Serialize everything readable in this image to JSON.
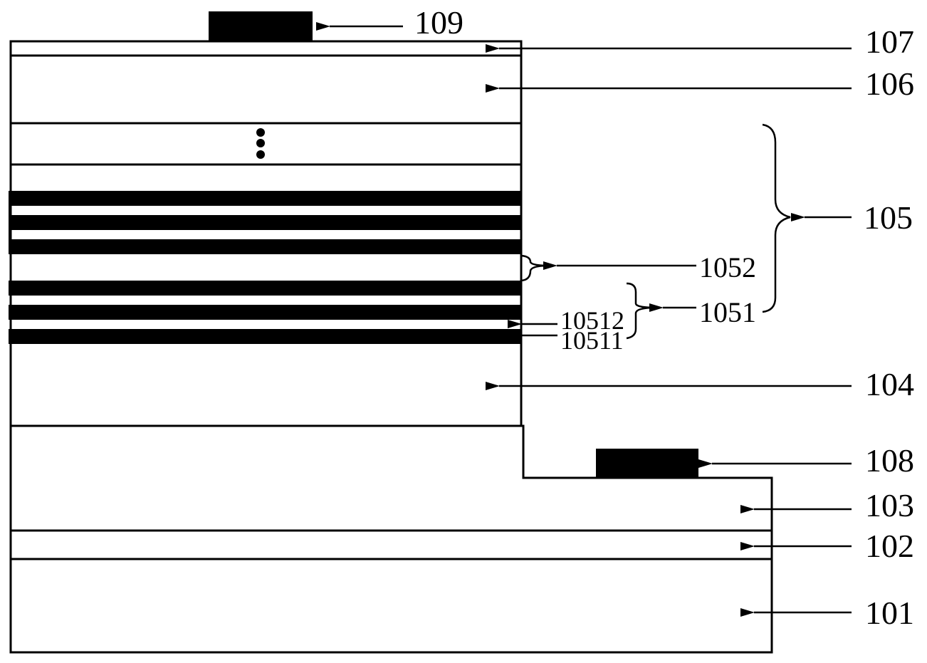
{
  "labels": {
    "l101": "101",
    "l102": "102",
    "l103": "103",
    "l104": "104",
    "l105": "105",
    "l1051": "1051",
    "l10511": "10511",
    "l10512": "10512",
    "l1052": "1052",
    "l106": "106",
    "l107": "107",
    "l108": "108",
    "l109": "109"
  },
  "colors": {
    "line": "#000000",
    "fill": "#000000",
    "background": "#ffffff"
  }
}
